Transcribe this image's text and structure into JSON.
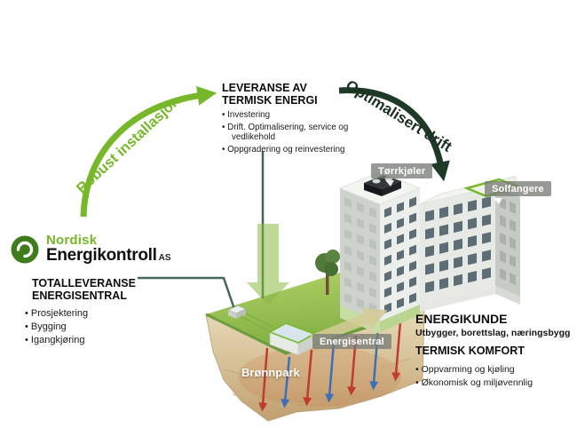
{
  "brand": {
    "name_top": "Nordisk",
    "name_main": "Energikontroll",
    "suffix": "AS"
  },
  "flow_labels": {
    "left": "Robust installasjon",
    "right": "Optimalisert drift"
  },
  "thermal_delivery": {
    "title_line1": "LEVERANSE AV",
    "title_line2": "TERMISK ENERGI",
    "bullets": [
      "Investering",
      "Drift. Optimalisering, service og vedlikehold",
      "Oppgradering og reinvestering"
    ]
  },
  "total_delivery": {
    "title_line1": "TOTALLEVERANSE",
    "title_line2": "ENERGISENTRAL",
    "bullets": [
      "Prosjektering",
      "Bygging",
      "Igangkjøring"
    ]
  },
  "site_labels": {
    "dry_cooler": "Tørrkjøler",
    "solar_collectors": "Solfangere",
    "energy_central": "Energisentral",
    "well_park": "Brønnpark"
  },
  "customer": {
    "title": "ENERGIKUNDE",
    "subtitle": "Utbygger, borettslag, næringsbygg",
    "comfort_title": "TERMISK KOMFORT",
    "bullets": [
      "Oppvarming og kjøling",
      "Økonomisk og miljøvennlig"
    ]
  },
  "colors": {
    "brand_green": "#76b82a",
    "dark_arrow": "#203a28",
    "connector_green": "#44675a",
    "warm_red": "#c03b2d",
    "cold_blue": "#3a6fba",
    "badge_bg": "rgba(120,124,118,0.78)"
  }
}
